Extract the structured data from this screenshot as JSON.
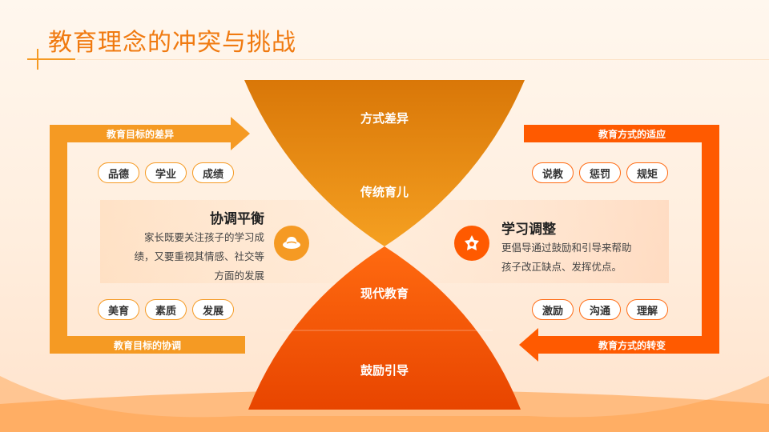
{
  "title": "教育理念的冲突与挑战",
  "colors": {
    "orange": "#f59a23",
    "deep_orange": "#ff5a00",
    "title": "#f07a10"
  },
  "left": {
    "top_label": "教育目标的差异",
    "bottom_label": "教育目标的协调",
    "top_tags": [
      "品德",
      "学业",
      "成绩"
    ],
    "bottom_tags": [
      "美育",
      "素质",
      "发展"
    ],
    "heading": "协调平衡",
    "text_lines": [
      "家长既要关注孩子的学习成",
      "绩，又要重视其情感、社交等",
      "方面的发展"
    ],
    "icon": "hat-icon"
  },
  "right": {
    "top_label": "教育方式的适应",
    "bottom_label": "教育方式的转变",
    "top_tags": [
      "说教",
      "惩罚",
      "规矩"
    ],
    "bottom_tags": [
      "激励",
      "沟通",
      "理解"
    ],
    "heading": "学习调整",
    "text_lines": [
      "更倡导通过鼓励和引导来帮助",
      "孩子改正缺点、发挥优点。"
    ],
    "icon": "star-badge-icon"
  },
  "center": {
    "top": "方式差异",
    "upper": "传统育儿",
    "lower": "现代教育",
    "bottom": "鼓励引导"
  }
}
